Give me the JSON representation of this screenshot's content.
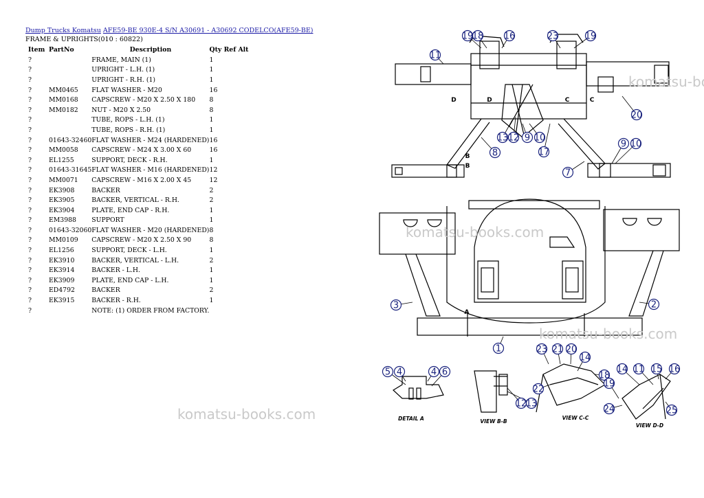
{
  "breadcrumb": {
    "links": [
      "Dump Trucks Komatsu",
      "AFE59-BE 930E-4 S/N A30691 - A30692 CODELCO(AFE59-BE)"
    ]
  },
  "section_title": "FRAME & UPRIGHTS(010 : 60822)",
  "table": {
    "headers": [
      "Item",
      "PartNo",
      "Description",
      "Qty Ref Alt"
    ],
    "rows": [
      {
        "item": "?",
        "part": "",
        "desc": "FRAME, MAIN (1)",
        "qty": "1"
      },
      {
        "item": "?",
        "part": "",
        "desc": "UPRIGHT - L.H. (1)",
        "qty": "1"
      },
      {
        "item": "?",
        "part": "",
        "desc": "UPRIGHT - R.H. (1)",
        "qty": "1"
      },
      {
        "item": "?",
        "part": "MM0465",
        "desc": "FLAT WASHER - M20",
        "qty": "16"
      },
      {
        "item": "?",
        "part": "MM0168",
        "desc": "CAPSCREW - M20 X 2.50 X 180",
        "qty": "8"
      },
      {
        "item": "?",
        "part": "MM0182",
        "desc": "NUT - M20 X 2.50",
        "qty": "8"
      },
      {
        "item": "?",
        "part": "",
        "desc": "TUBE, ROPS - L.H. (1)",
        "qty": "1"
      },
      {
        "item": "?",
        "part": "",
        "desc": "TUBE, ROPS - R.H. (1)",
        "qty": "1"
      },
      {
        "item": "?",
        "part": "01643-32460",
        "desc": "FLAT WASHER - M24 (HARDENED)",
        "qty": "16"
      },
      {
        "item": "?",
        "part": "MM0058",
        "desc": "CAPSCREW - M24 X 3.00 X 60",
        "qty": "16"
      },
      {
        "item": "?",
        "part": "EL1255",
        "desc": "SUPPORT, DECK - R.H.",
        "qty": "1"
      },
      {
        "item": "?",
        "part": "01643-31645",
        "desc": "FLAT WASHER - M16 (HARDENED)",
        "qty": "12"
      },
      {
        "item": "?",
        "part": "MM0071",
        "desc": "CAPSCREW - M16 X 2.00 X 45",
        "qty": "12"
      },
      {
        "item": "?",
        "part": "EK3908",
        "desc": "BACKER",
        "qty": "2"
      },
      {
        "item": "?",
        "part": "EK3905",
        "desc": "BACKER, VERTICAL - R.H.",
        "qty": "2"
      },
      {
        "item": "?",
        "part": "EK3904",
        "desc": "PLATE, END CAP - R.H.",
        "qty": "1"
      },
      {
        "item": "?",
        "part": "EM3988",
        "desc": "SUPPORT",
        "qty": "1"
      },
      {
        "item": "?",
        "part": "01643-32060",
        "desc": "FLAT WASHER - M20 (HARDENED)",
        "qty": "8"
      },
      {
        "item": "?",
        "part": "MM0109",
        "desc": "CAPSCREW - M20 X 2.50 X 90",
        "qty": "8"
      },
      {
        "item": "?",
        "part": "EL1256",
        "desc": "SUPPORT, DECK - L.H.",
        "qty": "1"
      },
      {
        "item": "?",
        "part": "EK3910",
        "desc": "BACKER, VERTICAL - L.H.",
        "qty": "2"
      },
      {
        "item": "?",
        "part": "EK3914",
        "desc": "BACKER - L.H.",
        "qty": "1"
      },
      {
        "item": "?",
        "part": "EK3909",
        "desc": "PLATE, END CAP - L.H.",
        "qty": "1"
      },
      {
        "item": "?",
        "part": "ED4792",
        "desc": "BACKER",
        "qty": "2"
      },
      {
        "item": "?",
        "part": "EK3915",
        "desc": "BACKER - R.H.",
        "qty": "1"
      },
      {
        "item": "?",
        "part": "",
        "desc": "NOTE: (1) ORDER FROM FACTORY.",
        "qty": ""
      }
    ]
  },
  "diagram": {
    "callouts": [
      "1",
      "2",
      "3",
      "4",
      "5",
      "6",
      "7",
      "8",
      "9",
      "10",
      "11",
      "12",
      "13",
      "14",
      "15",
      "16",
      "17",
      "18",
      "19",
      "20",
      "21",
      "22",
      "23",
      "24",
      "25"
    ],
    "section_marks": [
      "A",
      "B",
      "C",
      "D"
    ],
    "view_labels": [
      "DETAIL A",
      "VIEW B-B",
      "VIEW C-C",
      "VIEW D-D"
    ],
    "line_color": "#000000",
    "callout_color": "#1a237e"
  },
  "watermark": "komatsu-books.com"
}
